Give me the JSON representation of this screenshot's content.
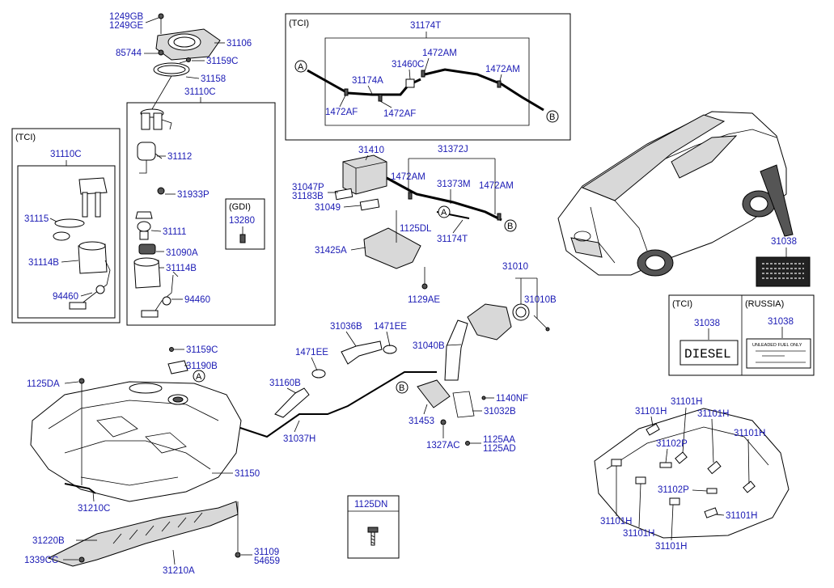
{
  "labels": {
    "p1249gb": "1249GB",
    "p1249ge": "1249GE",
    "p31106": "31106",
    "p85744": "85744",
    "p31159c_top": "31159C",
    "p31158": "31158",
    "p31110c_main": "31110C",
    "p31112": "31112",
    "p31933p": "31933P",
    "p31111": "31111",
    "p31090a": "31090A",
    "p31114b_main": "31114B",
    "p94460_main": "94460",
    "tci_left": "(TCI)",
    "p31110c_tci": "31110C",
    "p31115": "31115",
    "p31114b_tci": "31114B",
    "p94460_tci": "94460",
    "gdi": "(GDI)",
    "p13280": "13280",
    "tci_top": "(TCI)",
    "p31174t_top": "31174T",
    "p1472am_a": "1472AM",
    "p31460c": "31460C",
    "p1472am_b": "1472AM",
    "p31174a": "31174A",
    "p1472af_a": "1472AF",
    "p1472af_b": "1472AF",
    "circ_a1": "A",
    "circ_b1": "B",
    "p31410": "31410",
    "p31372j": "31372J",
    "p1472am_c": "1472AM",
    "p31373m": "31373M",
    "p1472am_d": "1472AM",
    "p31047p": "31047P",
    "p31183b": "31183B",
    "p31049": "31049",
    "circ_a2": "A",
    "circ_b2": "B",
    "p1125dl": "1125DL",
    "p31174t_mid": "31174T",
    "p31425a": "31425A",
    "p1129ae": "1129AE",
    "p31010": "31010",
    "p31010b": "31010B",
    "p31036b": "31036B",
    "p1471ee_a": "1471EE",
    "p1471ee_b": "1471EE",
    "p31040b": "31040B",
    "p31160b": "31160B",
    "circ_b3": "B",
    "p1140nf": "1140NF",
    "p31032b": "31032B",
    "p31453": "31453",
    "p31037h": "31037H",
    "p1327ac": "1327AC",
    "p1125aa": "1125AA",
    "p1125ad": "1125AD",
    "p31159c_tank": "31159C",
    "p31190b": "31190B",
    "circ_a3": "A",
    "p1125da": "1125DA",
    "p31150": "31150",
    "p31210c": "31210C",
    "p31220b": "31220B",
    "p1339cc": "1339CC",
    "p31210a": "31210A",
    "p31109": "31109",
    "p54659": "54659",
    "p1125dn": "1125DN",
    "p31038_car": "31038",
    "tci_label": "(TCI)",
    "russia_label": "(RUSSIA)",
    "p31038_tci": "31038",
    "p31038_rus": "31038",
    "diesel": "DIESEL",
    "unleaded": "UNLEADED FUEL ONLY",
    "p31101h_a": "31101H",
    "p31101h_b": "31101H",
    "p31101h_c": "31101H",
    "p31101h_d": "31101H",
    "p31102p_a": "31102P",
    "p31102p_b": "31102P",
    "p31101h_e": "31101H",
    "p31101h_f": "31101H",
    "p31101h_g": "31101H",
    "p31101h_h": "31101H"
  }
}
